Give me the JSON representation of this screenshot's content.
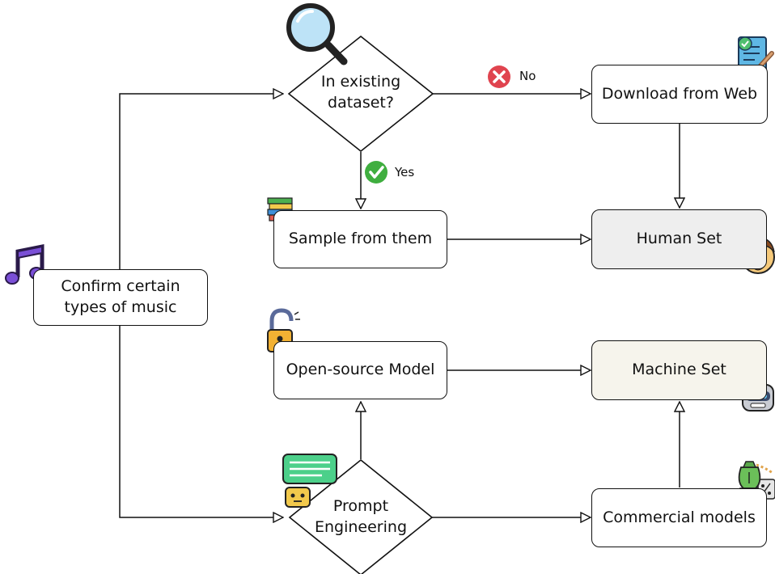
{
  "nodes": {
    "confirm": "Confirm certain\ntypes of music",
    "existing": "In existing\ndataset?",
    "download": "Download from Web",
    "sample": "Sample from them",
    "human": "Human Set",
    "open_source": "Open-source Model",
    "machine": "Machine Set",
    "prompt": "Prompt\nEngineering",
    "commercial": "Commercial models"
  },
  "edge_labels": {
    "no": "No",
    "yes": "Yes"
  },
  "colors": {
    "stroke": "#111111",
    "human_fill": "#eeeeee",
    "machine_fill": "#f6f4ec",
    "no_badge": "#e0444f",
    "yes_badge": "#3fae3f"
  },
  "icons": [
    "music-note-icon",
    "magnifier-icon",
    "document-edit-icon",
    "books-icon",
    "man-face-icon",
    "padlock-icon",
    "robot-face-icon",
    "chatbot-icon",
    "money-bag-icon",
    "cross-icon",
    "check-icon"
  ]
}
